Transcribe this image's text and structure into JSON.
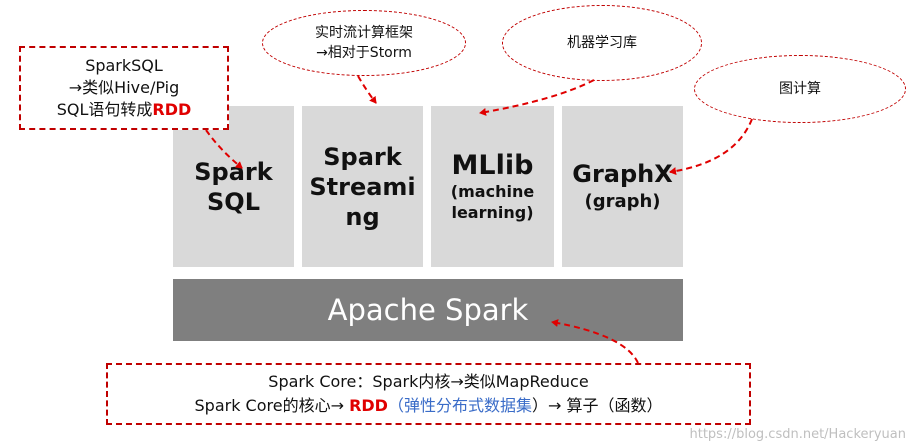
{
  "modules": [
    {
      "line1": "Spark",
      "line2": "SQL",
      "sub1": "",
      "sub2": ""
    },
    {
      "line1": "Spark",
      "line2": "Streami",
      "line3": "ng"
    },
    {
      "title": "MLlib",
      "sub1": "(machine",
      "sub2": "learning)"
    },
    {
      "title": "GraphX",
      "sub1": "(graph)"
    }
  ],
  "core": {
    "label": "Apache Spark"
  },
  "notes": {
    "sql": {
      "line1": "SparkSQL",
      "line2": "→类似Hive/Pig",
      "line3_pre": "SQL语句转成",
      "line3_red": "RDD"
    },
    "streaming": {
      "line1": "实时流计算框架",
      "line2": "→相对于Storm"
    },
    "mllib": {
      "text": "机器学习库"
    },
    "graphx": {
      "text": "图计算"
    },
    "core": {
      "line1": "Spark Core：Spark内核→类似MapReduce",
      "line2_pre": "Spark Core的核心→ ",
      "line2_red": "RDD",
      "line2_paren_open": "（",
      "line2_blue": "弹性分布式数据集",
      "line2_post": "）→ 算子（函数）"
    }
  },
  "watermark": "https://blog.csdn.net/Hackeryuan",
  "colors": {
    "accent": "#c00000",
    "box": "#d9d9d9",
    "core": "#7f7f7f",
    "highlight": "#3a6cc8"
  }
}
